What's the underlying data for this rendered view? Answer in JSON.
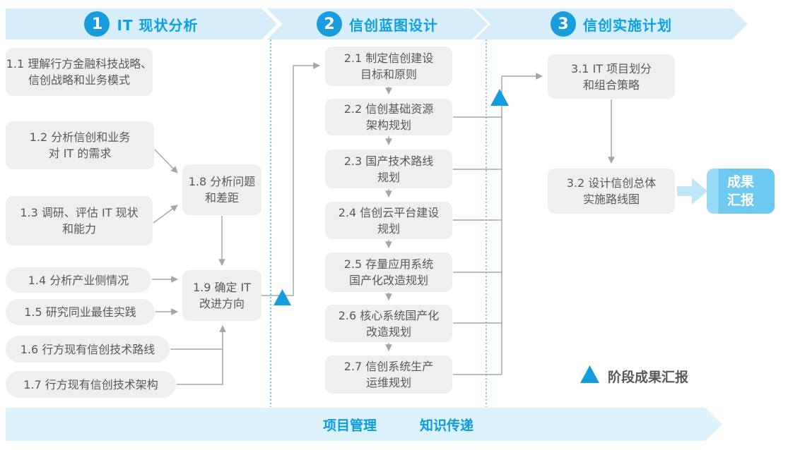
{
  "phases": [
    {
      "num": "1",
      "label": "IT 现状分析"
    },
    {
      "num": "2",
      "label": "信创蓝图设计"
    },
    {
      "num": "3",
      "label": "信创实施计划"
    }
  ],
  "nodes": {
    "n11": {
      "l1": "1.1 理解行方金融科技战略、",
      "l2": "信创战略和业务模式"
    },
    "n12": {
      "l1": "1.2 分析信创和业务",
      "l2": "对 IT 的需求"
    },
    "n13": {
      "l1": "1.3 调研、评估 IT 现状",
      "l2": "和能力"
    },
    "n14": {
      "l1": "1.4 分析产业侧情况"
    },
    "n15": {
      "l1": "1.5 研究同业最佳实践"
    },
    "n16": {
      "l1": "1.6 行方现有信创技术路线"
    },
    "n17": {
      "l1": "1.7 行方现有信创技术架构"
    },
    "n18": {
      "l1": "1.8 分析问题",
      "l2": "和差距"
    },
    "n19": {
      "l1": "1.9 确定 IT",
      "l2": "改进方向"
    },
    "n21": {
      "l1": "2.1 制定信创建设",
      "l2": "目标和原则"
    },
    "n22": {
      "l1": "2.2 信创基础资源",
      "l2": "架构规划"
    },
    "n23": {
      "l1": "2.3 国产技术路线",
      "l2": "规划"
    },
    "n24": {
      "l1": "2.4 信创云平台建设",
      "l2": "规划"
    },
    "n25": {
      "l1": "2.5 存量应用系统",
      "l2": "国产化改造规划"
    },
    "n26": {
      "l1": "2.6 核心系统国产化",
      "l2": "改造规划"
    },
    "n27": {
      "l1": "2.7 信创系统生产",
      "l2": "运维规划"
    },
    "n31": {
      "l1": "3.1 IT 项目划分",
      "l2": "和组合策略"
    },
    "n32": {
      "l1": "3.2 设计信创总体",
      "l2": "实施路线图"
    }
  },
  "result_box": {
    "l1": "成果",
    "l2": "汇报"
  },
  "bottom_banner": {
    "left_label": "项目管理",
    "right_label": "知识传递"
  },
  "legend": {
    "label": "阶段成果汇报"
  },
  "colors": {
    "banner_bg": "#D6EEFB",
    "banner_text": "#0FA0DF",
    "phase_circle": "#189CDB",
    "node_bg": "#EFEFEF",
    "node_text": "#58595B",
    "connector": "#A6A6A6",
    "phase_divider": "#3FAEE2",
    "milestone_triangle": "#149CDD",
    "result_box_bg": "#6EC9F1",
    "result_box_stripe": "#99DAF6",
    "thick_arrow": "#BFE5F8",
    "bottom_banner_bg": "#DCF2FC"
  }
}
